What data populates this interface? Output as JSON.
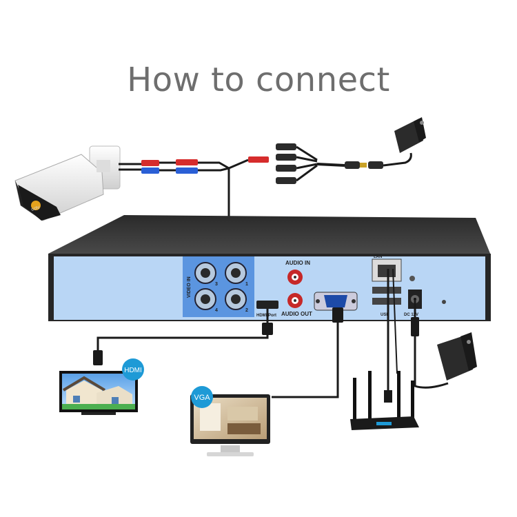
{
  "title": "How to connect",
  "labels": {
    "audio_in": "AUDIO IN",
    "audio_out": "AUDIO OUT",
    "hdmi_port": "HDMI Port",
    "video_in": "VIDEO IN",
    "lan": "LAN",
    "usb": "USB",
    "dc12v": "DC 12V",
    "ch1": "1",
    "ch2": "2",
    "ch3": "3",
    "ch4": "4"
  },
  "badges": {
    "hdmi": "HDMI",
    "vga": "VGA"
  },
  "colors": {
    "panel": "#b9d6f5",
    "bnc_area": "#5b95e0",
    "dvr_body": "#3a3a3a",
    "cable": "#1a1a1a",
    "badge": "#1e9ad6"
  }
}
